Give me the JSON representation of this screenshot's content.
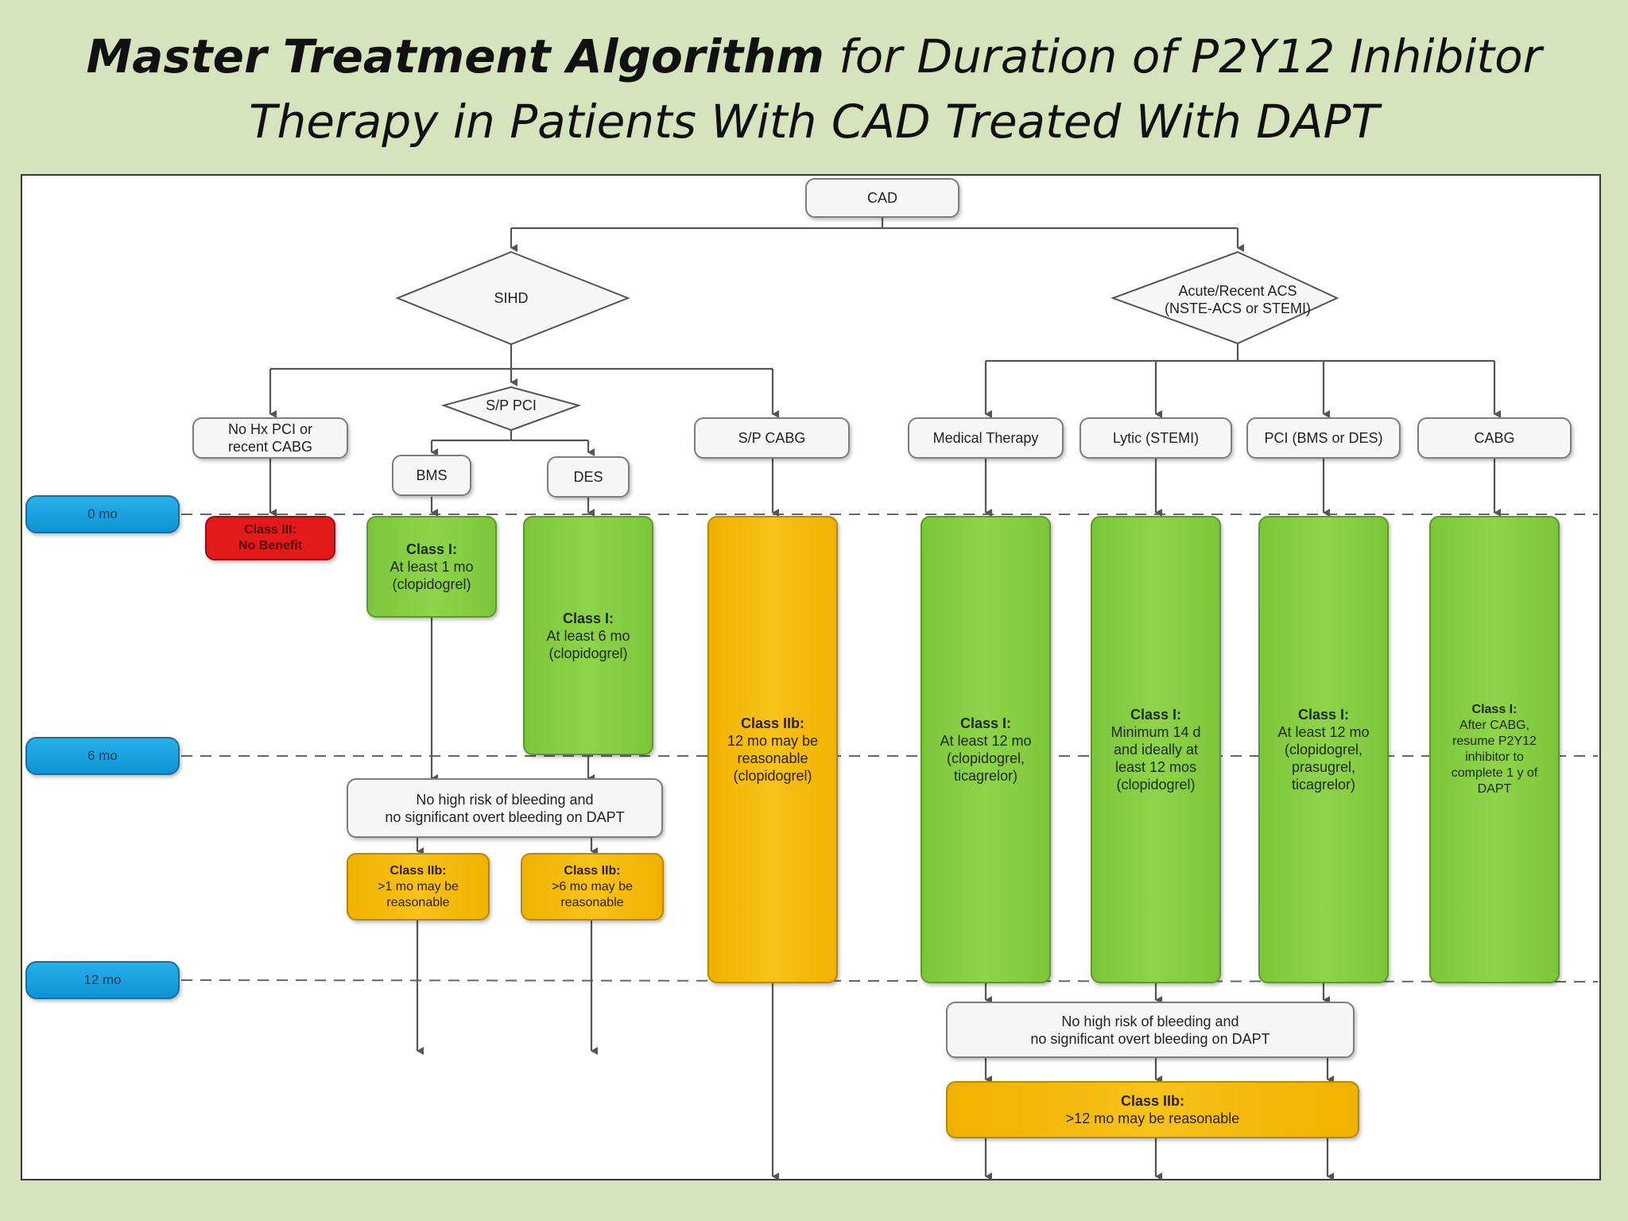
{
  "title": {
    "bold": "Master Treatment Algorithm",
    "rest_line1": " for Duration of P2Y12 Inhibitor",
    "line2": "Therapy in Patients With CAD Treated With DAPT"
  },
  "timeline": {
    "zero": "0 mo",
    "six": "6 mo",
    "twelve": "12 mo"
  },
  "nodes": {
    "cad": "CAD",
    "sihd": "SIHD",
    "acs": "Acute/Recent ACS\n(NSTE-ACS or STEMI)",
    "sp_pci": "S/P PCI",
    "no_hx": "No Hx PCI or\nrecent CABG",
    "bms": "BMS",
    "des": "DES",
    "sp_cabg": "S/P CABG",
    "medical": "Medical Therapy",
    "lytic": "Lytic (STEMI)",
    "pci": "PCI (BMS or DES)",
    "cabg": "CABG"
  },
  "outcomes": {
    "no_benefit": {
      "cls": "Class III:",
      "text": "No Benefit"
    },
    "bms_class": {
      "cls": "Class I:",
      "text": "At least 1 mo\n(clopidogrel)"
    },
    "des_class": {
      "cls": "Class I:",
      "text": "At least 6 mo\n(clopidogrel)"
    },
    "cabg_class": {
      "cls": "Class IIb:",
      "text": "12 mo may be\nreasonable\n(clopidogrel)"
    },
    "medical_class": {
      "cls": "Class I:",
      "text": "At least 12 mo\n(clopidogrel,\nticagrelor)"
    },
    "lytic_class": {
      "cls": "Class I:",
      "text": "Minimum 14 d\nand ideally at\nleast 12 mos\n(clopidogrel)"
    },
    "pci_class": {
      "cls": "Class I:",
      "text": "At least 12 mo\n(clopidogrel,\nprasugrel,\nticagrelor)"
    },
    "acs_cabg_class": {
      "cls": "Class I:",
      "text": "After CABG,\nresume P2Y12\ninhibitor to\ncomplete 1 y of\nDAPT"
    },
    "bleed_left": "No high risk of bleeding and\nno significant overt bleeding on DAPT",
    "bms_iib": {
      "cls": "Class IIb:",
      "text": ">1 mo may be\nreasonable"
    },
    "des_iib": {
      "cls": "Class IIb:",
      "text": ">6 mo may be\nreasonable"
    },
    "bleed_right": "No high risk of bleeding and\nno significant overt bleeding on DAPT",
    "acs_iib": {
      "cls": "Class IIb:",
      "text": ">12 mo may be reasonable"
    }
  },
  "colors": {
    "background": "#d6e4bd",
    "green": "#8fd44a",
    "orange": "#f7c21a",
    "red": "#e21a1a",
    "blue": "#0f93d3"
  }
}
